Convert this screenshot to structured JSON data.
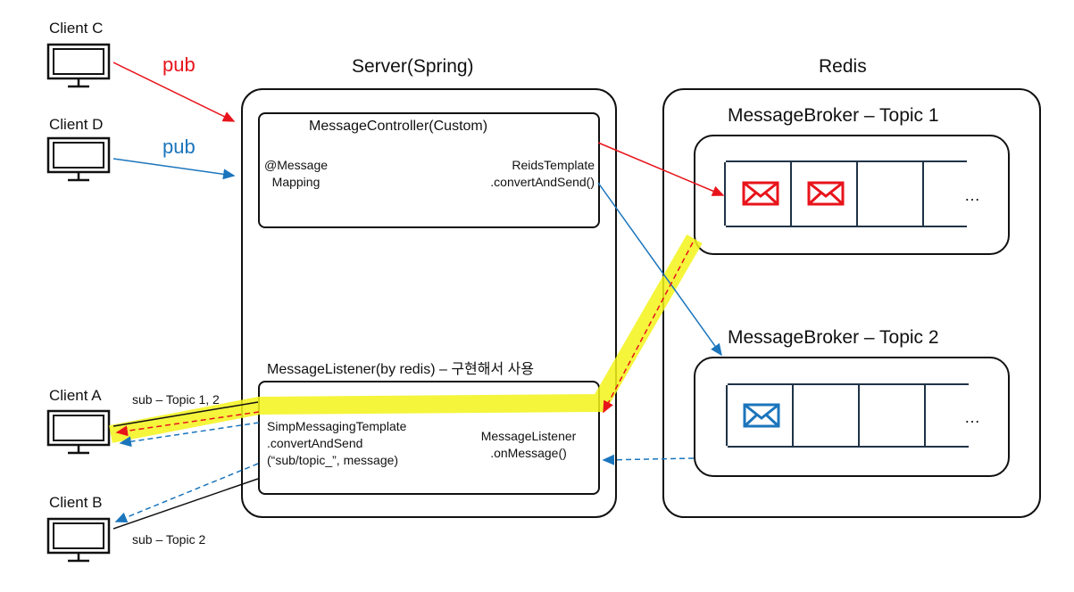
{
  "clients": {
    "c": "Client C",
    "d": "Client D",
    "a": "Client A",
    "b": "Client B"
  },
  "labels": {
    "pub_c": "pub",
    "pub_d": "pub",
    "sub_a": "sub – Topic 1, 2",
    "sub_b": "sub – Topic 2"
  },
  "server": {
    "title": "Server(Spring)",
    "controller": {
      "title": "MessageController(Custom)",
      "mapping": "@Message\nMapping",
      "template": "ReidsTemplate\n.convertAndSend()"
    },
    "listener": {
      "title": "MessageListener(by redis) – 구현해서 사용",
      "simp": "SimpMessagingTemplate\n.convertAndSend\n(“sub/topic_”, message)",
      "onmessage": "MessageListener\n.onMessage()"
    }
  },
  "redis": {
    "title": "Redis",
    "topic1": {
      "title": "MessageBroker – Topic 1",
      "ellipsis": "…"
    },
    "topic2": {
      "title": "MessageBroker – Topic 2",
      "ellipsis": "…"
    }
  },
  "colors": {
    "red": "#e8141b",
    "blue": "#1b75bc",
    "highlight": "#f3f31a",
    "border": "#111111"
  },
  "icons": [
    "monitor-icon",
    "envelope-icon"
  ]
}
